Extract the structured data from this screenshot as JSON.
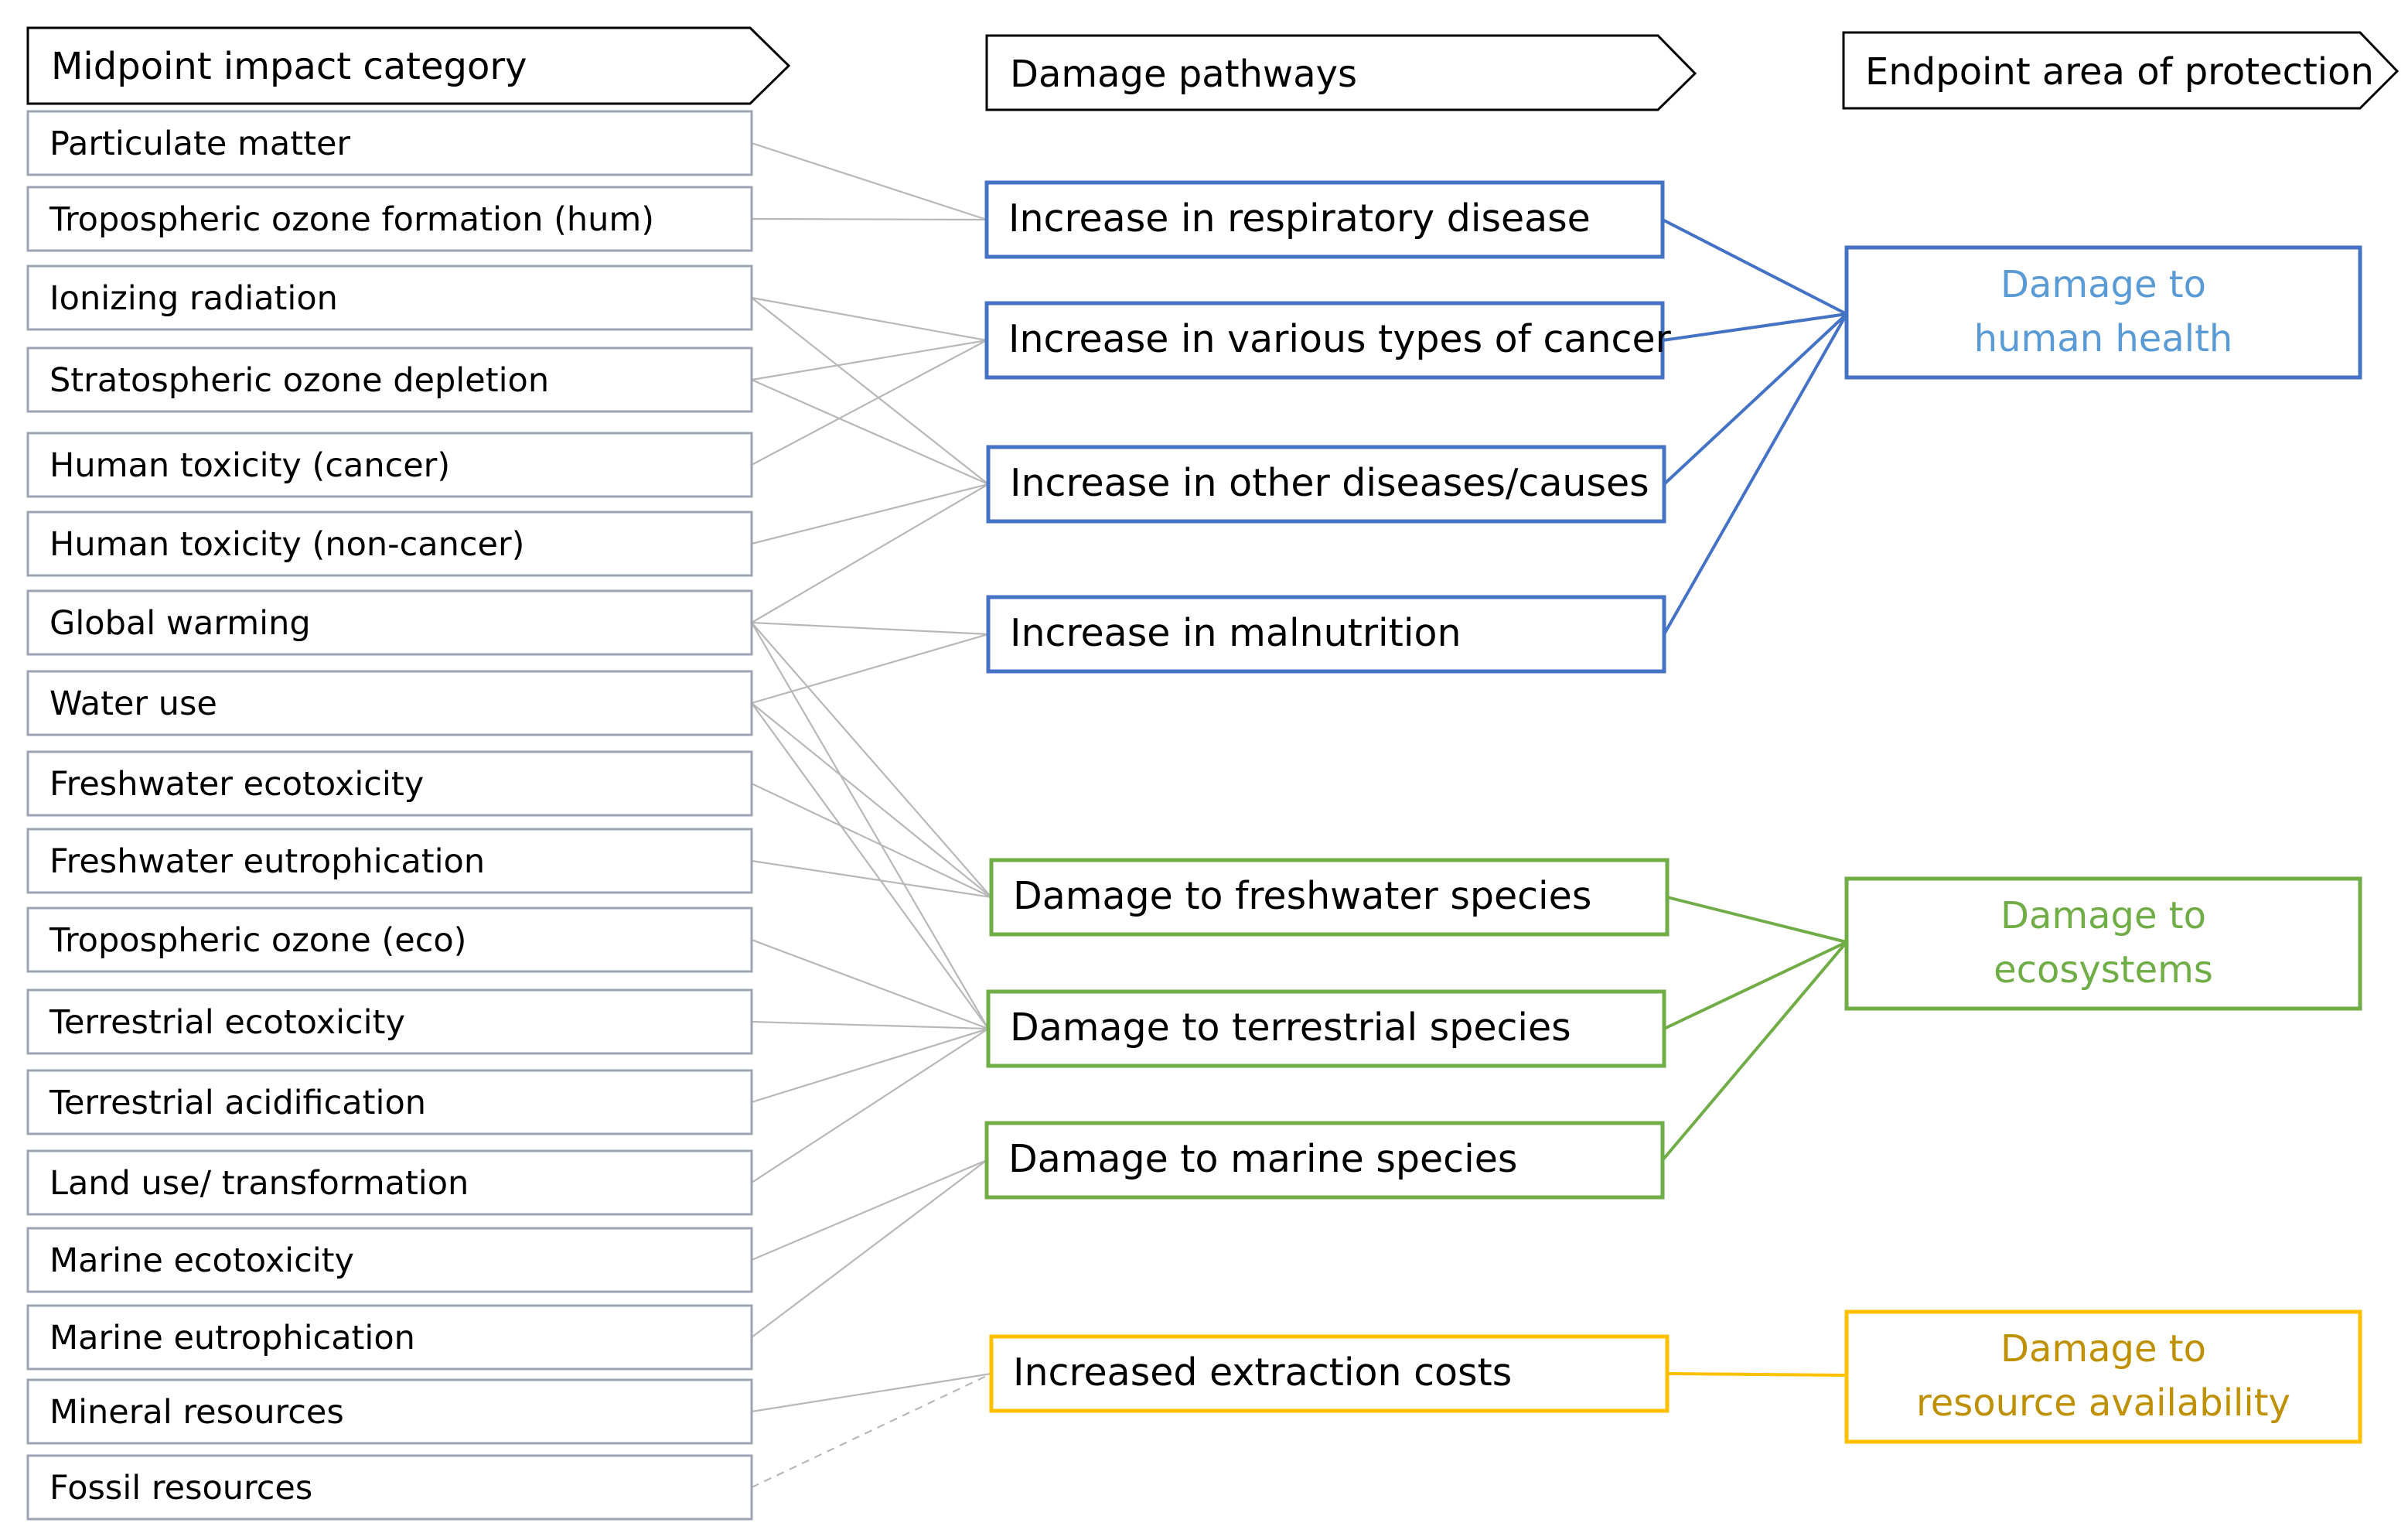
{
  "headers": {
    "midpoint": "Midpoint impact category",
    "pathways": "Damage pathways",
    "endpoint": "Endpoint area of protection"
  },
  "colors": {
    "human_health": "#4472c4",
    "human_health_text": "#5b9bd5",
    "ecosystems": "#70ad47",
    "resources": "#ffc000",
    "resources_text": "#bf9000",
    "link": "#b8b8b8"
  },
  "midpoints": [
    "Particulate matter",
    "Tropospheric ozone formation (hum)",
    "Ionizing radiation",
    "Stratospheric ozone depletion",
    "Human toxicity (cancer)",
    "Human toxicity (non-cancer)",
    "Global warming",
    "Water use",
    "Freshwater ecotoxicity",
    "Freshwater eutrophication",
    "Tropospheric ozone (eco)",
    "Terrestrial ecotoxicity",
    "Terrestrial acidification",
    "Land use/ transformation",
    "Marine ecotoxicity",
    "Marine eutrophication",
    "Mineral resources",
    "Fossil resources"
  ],
  "pathways": [
    {
      "label": "Increase in respiratory disease",
      "group": "human_health"
    },
    {
      "label": "Increase in various types of cancer",
      "group": "human_health"
    },
    {
      "label": "Increase in other diseases/causes",
      "group": "human_health"
    },
    {
      "label": "Increase in malnutrition",
      "group": "human_health"
    },
    {
      "label": "Damage to freshwater species",
      "group": "ecosystems"
    },
    {
      "label": "Damage to terrestrial species",
      "group": "ecosystems"
    },
    {
      "label": "Damage to marine species",
      "group": "ecosystems"
    },
    {
      "label": "Increased extraction costs",
      "group": "resources"
    }
  ],
  "endpoints": [
    {
      "line1": "Damage to",
      "line2": "human health",
      "group": "human_health"
    },
    {
      "line1": "Damage to",
      "line2": "ecosystems",
      "group": "ecosystems"
    },
    {
      "line1": "Damage to",
      "line2": "resource availability",
      "group": "resources"
    }
  ],
  "links": [
    {
      "from": 0,
      "to": 0
    },
    {
      "from": 1,
      "to": 0
    },
    {
      "from": 2,
      "to": 1
    },
    {
      "from": 2,
      "to": 2
    },
    {
      "from": 3,
      "to": 1
    },
    {
      "from": 3,
      "to": 2
    },
    {
      "from": 4,
      "to": 1
    },
    {
      "from": 5,
      "to": 2
    },
    {
      "from": 6,
      "to": 2
    },
    {
      "from": 6,
      "to": 3
    },
    {
      "from": 6,
      "to": 4
    },
    {
      "from": 6,
      "to": 5
    },
    {
      "from": 7,
      "to": 3
    },
    {
      "from": 7,
      "to": 4
    },
    {
      "from": 7,
      "to": 5
    },
    {
      "from": 8,
      "to": 4
    },
    {
      "from": 9,
      "to": 4
    },
    {
      "from": 10,
      "to": 5
    },
    {
      "from": 11,
      "to": 5
    },
    {
      "from": 12,
      "to": 5
    },
    {
      "from": 13,
      "to": 5
    },
    {
      "from": 14,
      "to": 6
    },
    {
      "from": 15,
      "to": 6
    },
    {
      "from": 16,
      "to": 7
    },
    {
      "from": 17,
      "to": 7,
      "dashed": true
    }
  ],
  "endpoint_links": [
    {
      "from": 0,
      "to": 0
    },
    {
      "from": 1,
      "to": 0
    },
    {
      "from": 2,
      "to": 0
    },
    {
      "from": 3,
      "to": 0
    },
    {
      "from": 4,
      "to": 1
    },
    {
      "from": 5,
      "to": 1
    },
    {
      "from": 6,
      "to": 1
    },
    {
      "from": 7,
      "to": 2
    }
  ]
}
